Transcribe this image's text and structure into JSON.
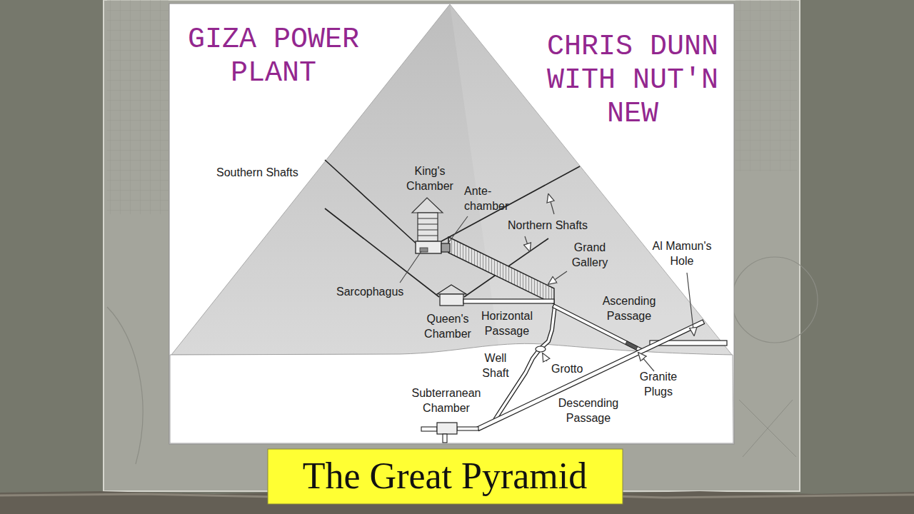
{
  "diagram": {
    "title": "GIZA POWER PLANT",
    "caption": "The Great Pyramid",
    "labels": [
      "CHRIS DUNN WITH NUT'N NEW",
      "Southern Shafts",
      "King's Chamber",
      "Ante-chamber",
      "Northern Shafts",
      "Grand Gallery",
      "Al Mamun's Hole",
      "Sarcophagus",
      "Ascending Passage",
      "Horizontal Passage",
      "Queen's Chamber",
      "Well Shaft",
      "Grotto",
      "Granite Plugs",
      "Subterranean Chamber",
      "Descending Passage"
    ]
  }
}
